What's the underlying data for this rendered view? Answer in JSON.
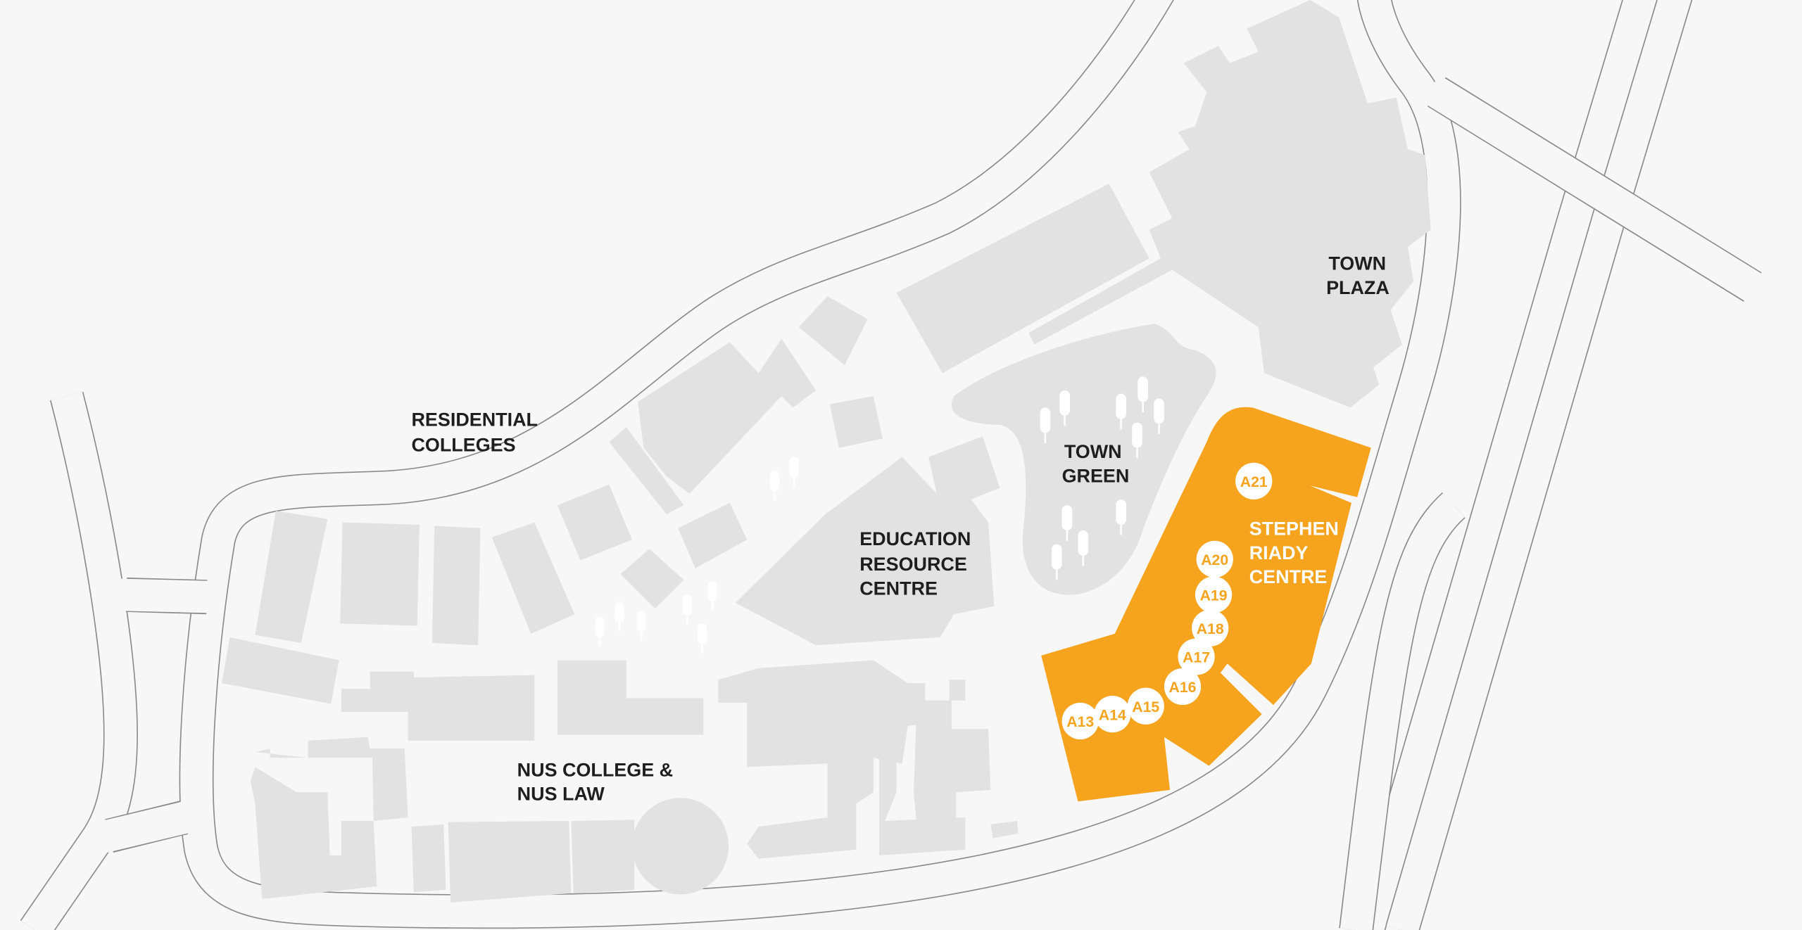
{
  "map": {
    "labels": {
      "residential_colleges": [
        "RESIDENTIAL",
        "COLLEGES"
      ],
      "education_resource_centre": [
        "EDUCATION",
        "RESOURCE",
        "CENTRE"
      ],
      "town_green": [
        "TOWN",
        "GREEN"
      ],
      "town_plaza": [
        "TOWN",
        "PLAZA"
      ],
      "nus_college_law": [
        "NUS COLLEGE &",
        "NUS LAW"
      ],
      "stephen_riady_centre": [
        "STEPHEN",
        "RIADY",
        "CENTRE"
      ]
    },
    "rooms": [
      "A13",
      "A14",
      "A15",
      "A16",
      "A17",
      "A18",
      "A19",
      "A20",
      "A21"
    ],
    "colors": {
      "background": "#f7f7f7",
      "building": "#e3e2e2",
      "highlight": "#f6a31e",
      "label": "#1e1e1e"
    }
  }
}
